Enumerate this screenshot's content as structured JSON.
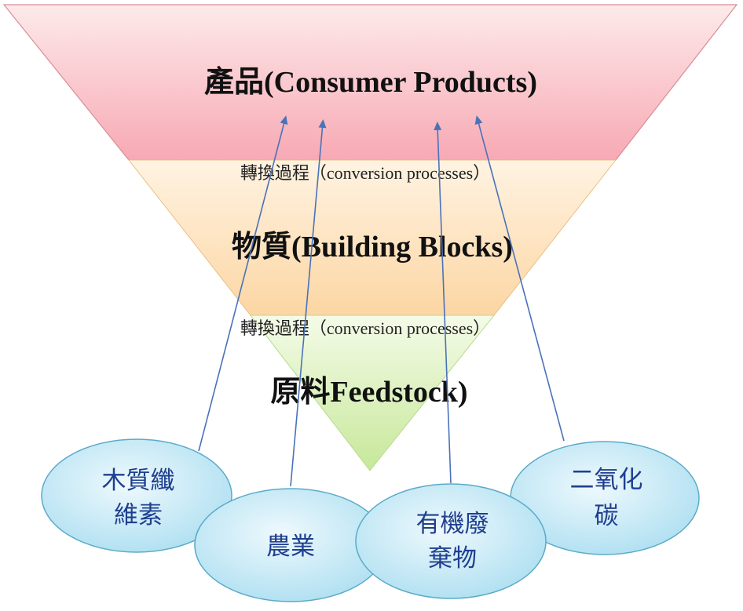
{
  "tiers": {
    "top": {
      "title": "產品(Consumer Products)"
    },
    "middle": {
      "title": "物質(Building Blocks)"
    },
    "bottom": {
      "title": "原料Feedstock)"
    }
  },
  "process_labels": {
    "upper": "轉換過程（conversion processes）",
    "lower": "轉換過程（conversion processes）"
  },
  "sources": [
    {
      "lines": [
        "木質纖",
        "維素"
      ]
    },
    {
      "lines": [
        "農業"
      ]
    },
    {
      "lines": [
        "有機廢",
        "棄物"
      ]
    },
    {
      "lines": [
        "二氧化",
        "碳"
      ]
    }
  ],
  "colors": {
    "top_gradient": [
      "#fdeaea",
      "#f7a9b4"
    ],
    "middle_gradient": [
      "#fff3e2",
      "#fcd6a3"
    ],
    "bottom_gradient": [
      "#f4fbe8",
      "#c7e89a"
    ],
    "source_fill": [
      "#eef9fd",
      "#a9ddf0"
    ],
    "source_stroke": "#5aaac9",
    "arrow": "#4a72b8"
  }
}
